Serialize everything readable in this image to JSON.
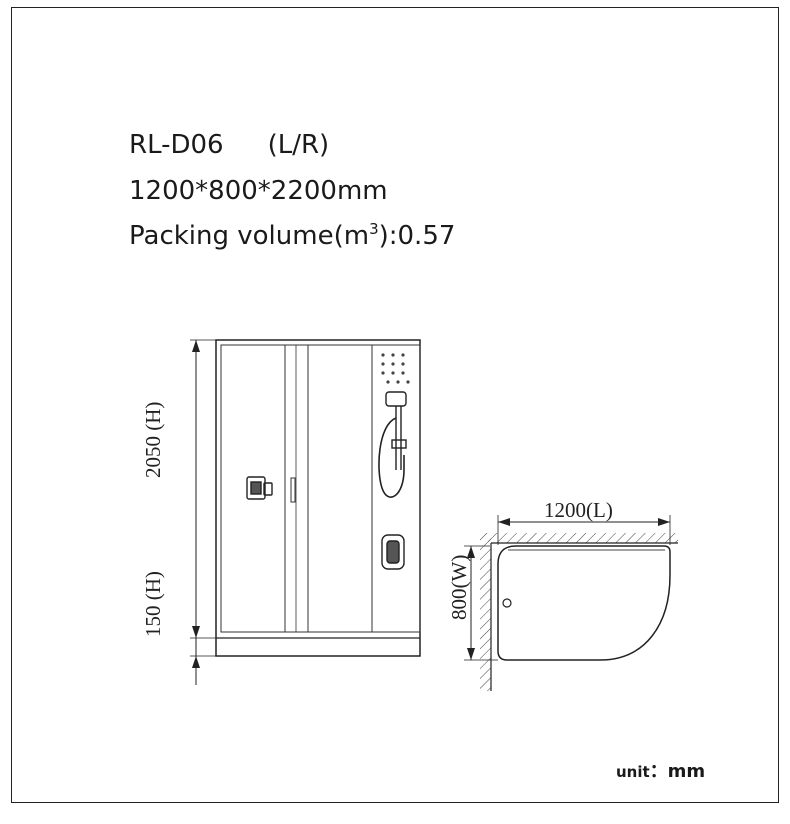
{
  "spec": {
    "model": "RL-D06",
    "variant": "(L/R)",
    "dimensions": "1200*800*2200mm",
    "volume_prefix": "Packing volume(m",
    "volume_sup": "3",
    "volume_suffix": "):0.57"
  },
  "front_view": {
    "height_label": "2050 (H)",
    "base_label": "150 (H)"
  },
  "top_view": {
    "length_label": "1200(L)",
    "width_label": "800(W)"
  },
  "unit": {
    "label": "unit",
    "colon": "：",
    "value": "mm"
  }
}
